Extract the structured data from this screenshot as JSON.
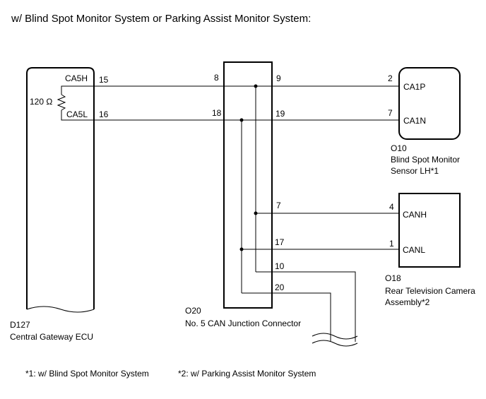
{
  "title": "w/ Blind Spot Monitor System or Parking Assist Monitor System:",
  "ecu": {
    "code": "D127",
    "name": "Central Gateway ECU",
    "resistor": "120 Ω",
    "pins": [
      {
        "label": "CA5H",
        "num": "15"
      },
      {
        "label": "CA5L",
        "num": "16"
      }
    ]
  },
  "junction": {
    "code": "O20",
    "name": "No. 5 CAN Junction Connector",
    "left_pins": [
      "8",
      "18"
    ],
    "right_pins": [
      "9",
      "19",
      "7",
      "17",
      "10",
      "20"
    ]
  },
  "sensor": {
    "code": "O10",
    "name_line1": "Blind Spot Monitor",
    "name_line2": "Sensor LH*1",
    "pins": [
      {
        "num": "2",
        "label": "CA1P"
      },
      {
        "num": "7",
        "label": "CA1N"
      }
    ]
  },
  "camera": {
    "code": "O18",
    "name_line1": "Rear Television Camera",
    "name_line2": "Assembly*2",
    "pins": [
      {
        "num": "4",
        "label": "CANH"
      },
      {
        "num": "1",
        "label": "CANL"
      }
    ]
  },
  "footnotes": [
    "*1: w/ Blind Spot Monitor System",
    "*2: w/ Parking Assist Monitor System"
  ]
}
